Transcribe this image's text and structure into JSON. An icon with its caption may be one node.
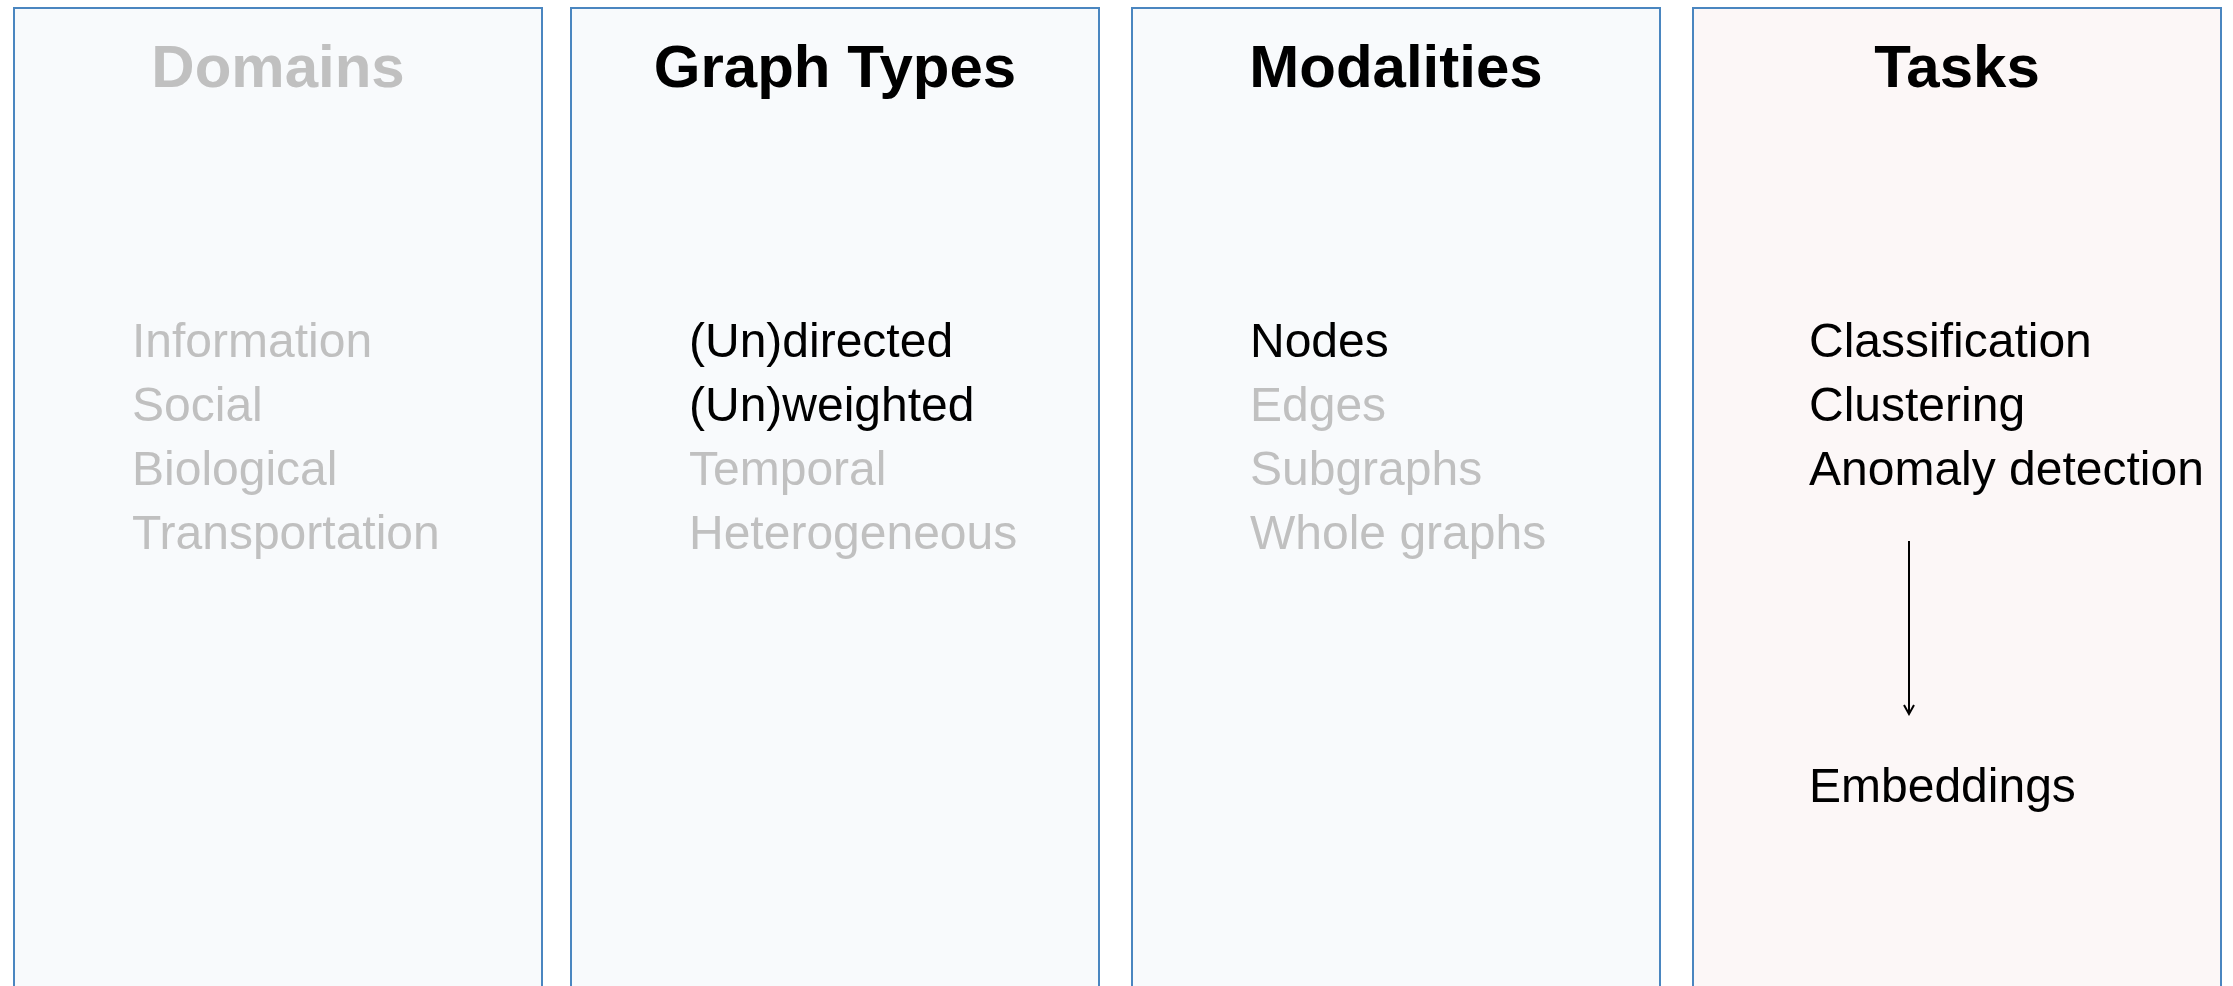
{
  "diagram": {
    "nodes": [
      {
        "text": [
          "Domains",
          "Information",
          "Social",
          "Biological",
          "Transportation"
        ]
      },
      {
        "text": [
          "Graph Types",
          "(Un)directed",
          "(Un)weighted",
          "Temporal",
          "Heterogeneous"
        ]
      },
      {
        "text": [
          "Modalities",
          "Nodes",
          "Edges",
          "Subgraphs",
          "Whole graphs"
        ]
      },
      {
        "text": [
          "Tasks"
        ]
      },
      {
        "text": [
          "Classification",
          "Clustering",
          "Anomaly detection"
        ],
        "in": 3
      },
      {
        "text": [
          "Embeddings"
        ],
        "in": 3
      }
    ],
    "edges": [
      {
        "from": 4,
        "to": 5,
        "arrow": "to"
      }
    ]
  }
}
